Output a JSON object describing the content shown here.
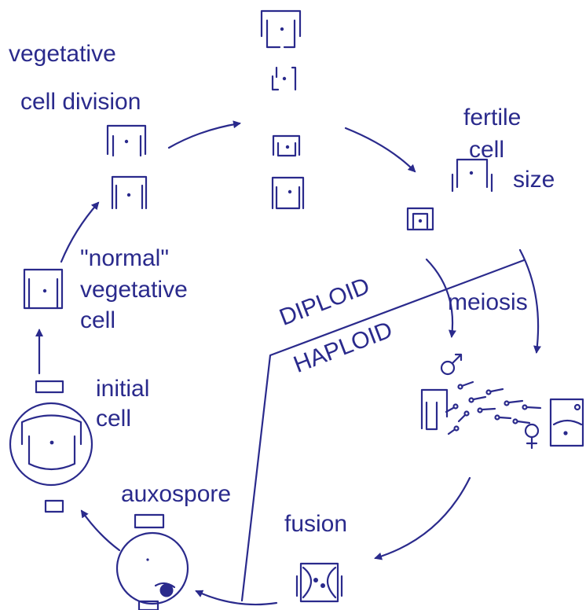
{
  "labels": {
    "vegetative": "vegetative",
    "cell_division": "cell division",
    "fertile": "fertile",
    "cell": "cell",
    "size": "size",
    "normal": "\"normal\"",
    "vegetative2": "vegetative",
    "cell2": "cell",
    "diploid": "DIPLOID",
    "haploid": "HAPLOID",
    "meiosis": "meiosis",
    "initial": "initial",
    "cell3": "cell",
    "auxospore": "auxospore",
    "fusion": "fusion"
  },
  "colors": {
    "ink": "#2a2a8c",
    "background": "#ffffff"
  }
}
